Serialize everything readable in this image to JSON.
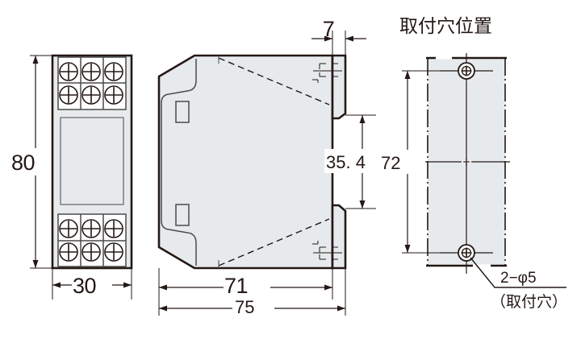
{
  "drawing": {
    "title_right_view": "取付穴位置",
    "views": {
      "front": {
        "name": "front-view",
        "dimensions": {
          "height": "80",
          "width": "30"
        },
        "terminal_blocks": {
          "rows": 2,
          "columns": 3,
          "groups": 2
        }
      },
      "side": {
        "name": "side-view",
        "dimensions": {
          "depth_body": "71",
          "depth_total": "75",
          "clip_offset": "7",
          "din_rail_gap": "35. 4"
        }
      },
      "mounting": {
        "name": "mounting-hole-view",
        "dimensions": {
          "hole_spacing": "72"
        },
        "callout": {
          "line1": "2−φ5",
          "line2": "（取付穴）"
        }
      }
    },
    "colors": {
      "body_fill": "#e7eaed",
      "outline": "#231815",
      "background": "#ffffff",
      "secondary_outline": "#4a4a4a"
    }
  }
}
